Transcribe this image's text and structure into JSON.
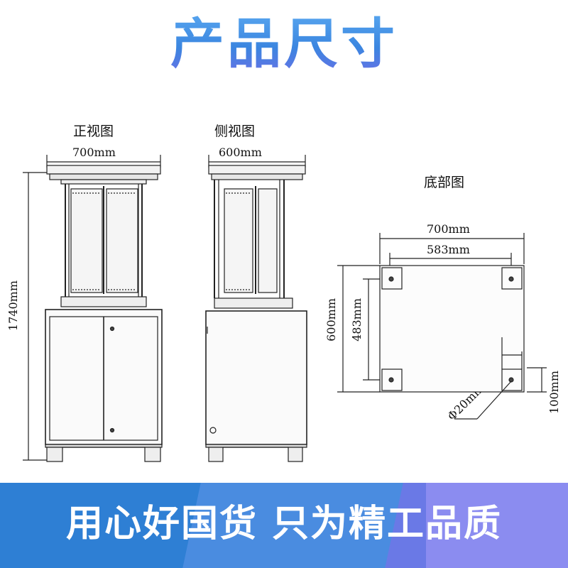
{
  "title": "产品尺寸",
  "views": {
    "front": {
      "label": "正视图",
      "width": "700mm",
      "height": "1740mm"
    },
    "side": {
      "label": "侧视图",
      "width": "600mm"
    },
    "bottom": {
      "label": "底部图",
      "width_outer": "700mm",
      "width_inner": "583mm",
      "depth_outer": "600mm",
      "depth_inner": "483mm",
      "foot_width": "100mm",
      "foot_height": "100mm",
      "hole": "Φ20mm"
    }
  },
  "banner": {
    "slogan": "用心好国货 只为精工品质",
    "colors": [
      "#2e7fd4",
      "#4a8ce0",
      "#6a79e6",
      "#8b8cf0"
    ]
  }
}
